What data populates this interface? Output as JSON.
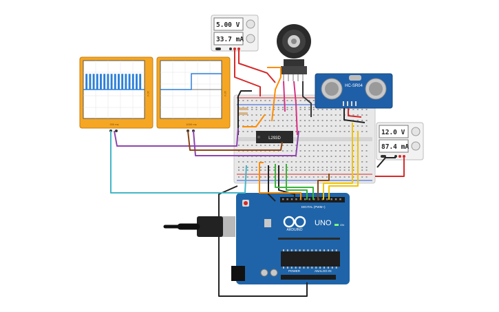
{
  "power_supply_5v": {
    "voltage": "5.00 V",
    "current": "33.7 mA"
  },
  "power_supply_12v": {
    "voltage": "12.0 V",
    "current": "87.4 mA"
  },
  "oscilloscope_1": {
    "time_label": "200 ms",
    "side_label": "10 V"
  },
  "oscilloscope_2": {
    "time_label": "1000 ms",
    "side_label": "10 V"
  },
  "ic": {
    "label": "L293D"
  },
  "ultrasonic": {
    "label": "HC-SR04"
  },
  "arduino": {
    "brand": "ARDUINO",
    "model": "UNO",
    "digital_label": "DIGITAL (PWM~)",
    "power_label": "POWER",
    "analog_label": "ANALOG IN",
    "on_label": "ON"
  },
  "colors": {
    "scope_frame": "#f5a623",
    "board_blue": "#1f64a8",
    "wire_red": "#d62828",
    "wire_orange": "#ff8c00",
    "wire_green": "#3bb33b",
    "wire_purple": "#8e44ad",
    "wire_cyan": "#44b6c6",
    "wire_yellow": "#f2c400",
    "wire_pink": "#d63384",
    "wire_brown": "#8b4513",
    "wire_black": "#222222",
    "scope_trace": "#2b7fd9"
  }
}
